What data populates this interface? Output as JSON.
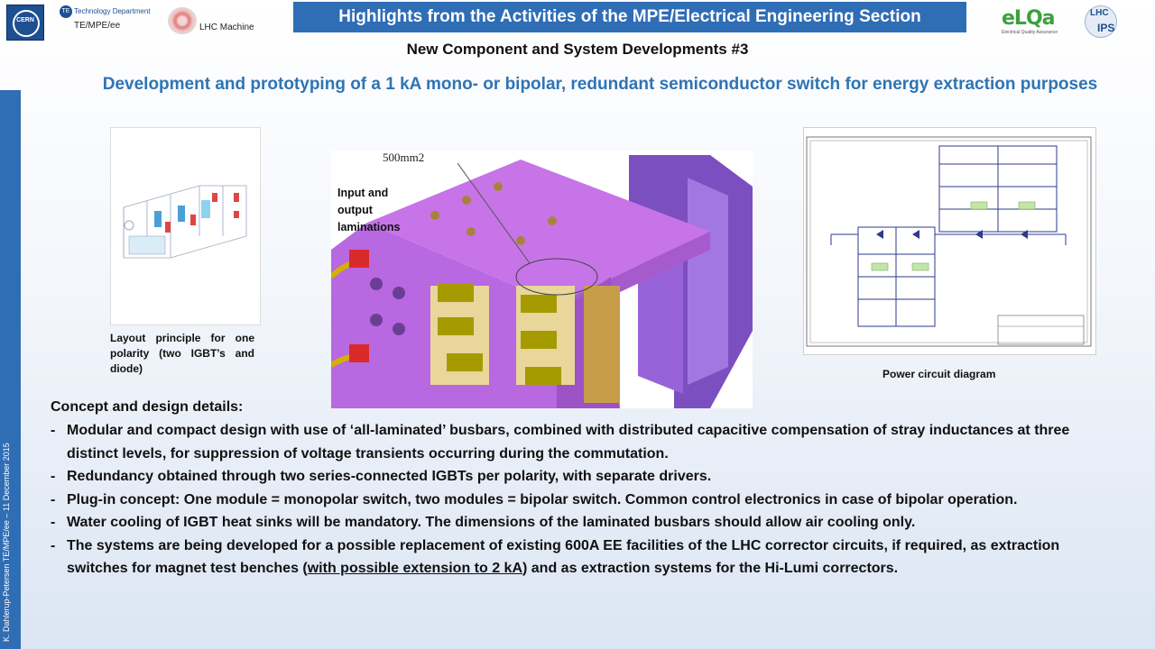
{
  "header": {
    "cern_logo_text": "CERN",
    "te_logo_text": "Technology Department",
    "te_logo_abbr": "TE",
    "te_sub": "TE/MPE/ee",
    "lhc_label": "LHC Machine",
    "banner": "Highlights from the Activities of the MPE/Electrical Engineering Section",
    "elqa_logo": "eLQa",
    "elqa_sub": "Electrical Quality Assurance",
    "lhcips_top": "LHC",
    "lhcips_bottom": "IPS"
  },
  "sidebar": {
    "text": "K. Dahlerup-Petersen TE/MPE/ee – 11 December 2015"
  },
  "title": "New Component and System Developments  #3",
  "subtitle": "Development and prototyping of a 1 kA mono- or bipolar, redundant semiconductor switch for energy extraction purposes",
  "figures": {
    "left_caption": "Layout principle for one polarity (two IGBT’s and diode)",
    "mid_label_500": "500mm2",
    "mid_inout": "Input and output laminations",
    "right_caption": "Power circuit diagram"
  },
  "concept": {
    "heading": "Concept and design details:",
    "items": [
      "Modular and compact design with use of ‘all-laminated’  busbars, combined with distributed capacitive compensation of stray inductances at three distinct levels, for suppression of voltage transients occurring during the commutation.",
      "Redundancy obtained through two series-connected IGBTs per polarity, with separate drivers.",
      "Plug-in concept: One module = monopolar switch, two modules = bipolar switch. Common control electronics in case of bipolar operation.",
      "Water cooling of IGBT heat sinks will be mandatory. The dimensions of the laminated busbars should allow air cooling only."
    ],
    "last_item_before": "The systems are being developed for a possible  replacement of existing 600A EE facilities of the LHC corrector circuits, if required, as extraction switches for magnet test benches (",
    "last_item_underlined": "with possible extension to 2 kA",
    "last_item_after": ") and as extraction systems for the Hi-Lumi correctors."
  },
  "colors": {
    "banner_bg": "#2f6db5",
    "subtitle": "#2e74b5",
    "magenta_busbar": "#c774e8",
    "heatsink": "#b5a800"
  }
}
